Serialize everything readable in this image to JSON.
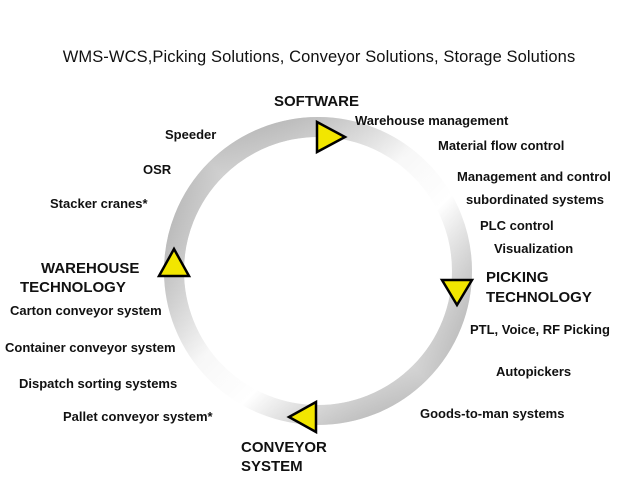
{
  "title": "WMS-WCS,Picking Solutions, Conveyor Solutions, Storage Solutions",
  "sections": {
    "software": {
      "heading": "SOFTWARE",
      "items": [
        "Warehouse management",
        "Material flow control",
        "Management and control",
        "subordinated systems",
        "PLC control",
        "Visualization"
      ]
    },
    "picking": {
      "heading_line1": "PICKING",
      "heading_line2": "TECHNOLOGY",
      "items": [
        "PTL, Voice, RF Picking",
        "Autopickers",
        "Goods-to-man systems"
      ]
    },
    "conveyor": {
      "heading_line1": "CONVEYOR",
      "heading_line2": "SYSTEM",
      "items": [
        "Pallet conveyor system*",
        "Dispatch sorting systems",
        "Container conveyor system",
        "Carton conveyor system"
      ]
    },
    "warehouse": {
      "heading_line1": "WAREHOUSE",
      "heading_line2": "TECHNOLOGY",
      "items": [
        "Stacker cranes*",
        "OSR",
        "Speeder"
      ]
    }
  },
  "colors": {
    "arrow_fill": "#f2e600",
    "arrow_stroke": "#000000",
    "ring_dark": "#6e6e6e",
    "ring_light": "#f4f4f4"
  }
}
